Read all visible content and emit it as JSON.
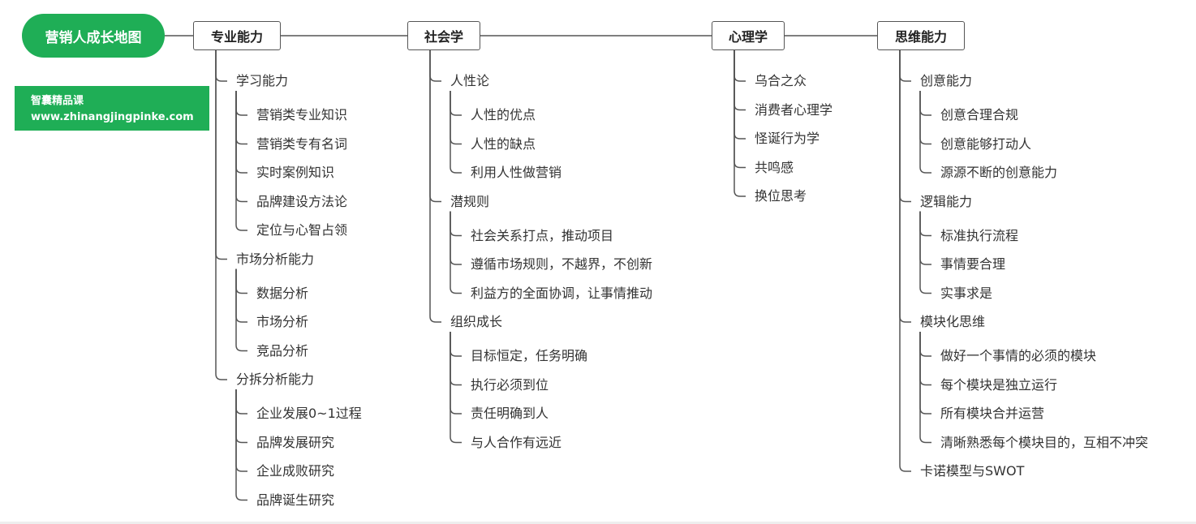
{
  "root": {
    "label": "营销人成长地图"
  },
  "brand": {
    "name": "智囊精品课",
    "url": "www.zhinangjingpinke.com"
  },
  "colors": {
    "accent": "#1fae56",
    "line": "#555555",
    "text": "#333333"
  },
  "branches": [
    {
      "label": "专业能力",
      "children": [
        {
          "label": "学习能力",
          "children": [
            {
              "label": "营销类专业知识"
            },
            {
              "label": "营销类专有名词"
            },
            {
              "label": "实时案例知识"
            },
            {
              "label": "品牌建设方法论"
            },
            {
              "label": "定位与心智占领"
            }
          ]
        },
        {
          "label": "市场分析能力",
          "children": [
            {
              "label": "数据分析"
            },
            {
              "label": "市场分析"
            },
            {
              "label": "竞品分析"
            }
          ]
        },
        {
          "label": "分拆分析能力",
          "children": [
            {
              "label": "企业发展0~1过程"
            },
            {
              "label": "品牌发展研究"
            },
            {
              "label": "企业成败研究"
            },
            {
              "label": "品牌诞生研究"
            }
          ]
        }
      ]
    },
    {
      "label": "社会学",
      "children": [
        {
          "label": "人性论",
          "children": [
            {
              "label": "人性的优点"
            },
            {
              "label": "人性的缺点"
            },
            {
              "label": "利用人性做营销"
            }
          ]
        },
        {
          "label": "潜规则",
          "children": [
            {
              "label": "社会关系打点，推动项目"
            },
            {
              "label": "遵循市场规则，不越界，不创新"
            },
            {
              "label": "利益方的全面协调，让事情推动"
            }
          ]
        },
        {
          "label": "组织成长",
          "children": [
            {
              "label": "目标恒定，任务明确"
            },
            {
              "label": "执行必须到位"
            },
            {
              "label": "责任明确到人"
            },
            {
              "label": "与人合作有远近"
            }
          ]
        }
      ]
    },
    {
      "label": "心理学",
      "children": [
        {
          "label": "乌合之众"
        },
        {
          "label": "消费者心理学"
        },
        {
          "label": "怪诞行为学"
        },
        {
          "label": "共鸣感"
        },
        {
          "label": "换位思考"
        }
      ]
    },
    {
      "label": "思维能力",
      "children": [
        {
          "label": "创意能力",
          "children": [
            {
              "label": "创意合理合规"
            },
            {
              "label": "创意能够打动人"
            },
            {
              "label": "源源不断的创意能力"
            }
          ]
        },
        {
          "label": "逻辑能力",
          "children": [
            {
              "label": "标准执行流程"
            },
            {
              "label": "事情要合理"
            },
            {
              "label": "实事求是"
            }
          ]
        },
        {
          "label": "模块化思维",
          "children": [
            {
              "label": "做好一个事情的必须的模块"
            },
            {
              "label": "每个模块是独立运行"
            },
            {
              "label": "所有模块合并运营"
            },
            {
              "label": "清晰熟悉每个模块目的，互相不冲突"
            }
          ]
        },
        {
          "label": "卡诺模型与SWOT"
        }
      ]
    }
  ]
}
